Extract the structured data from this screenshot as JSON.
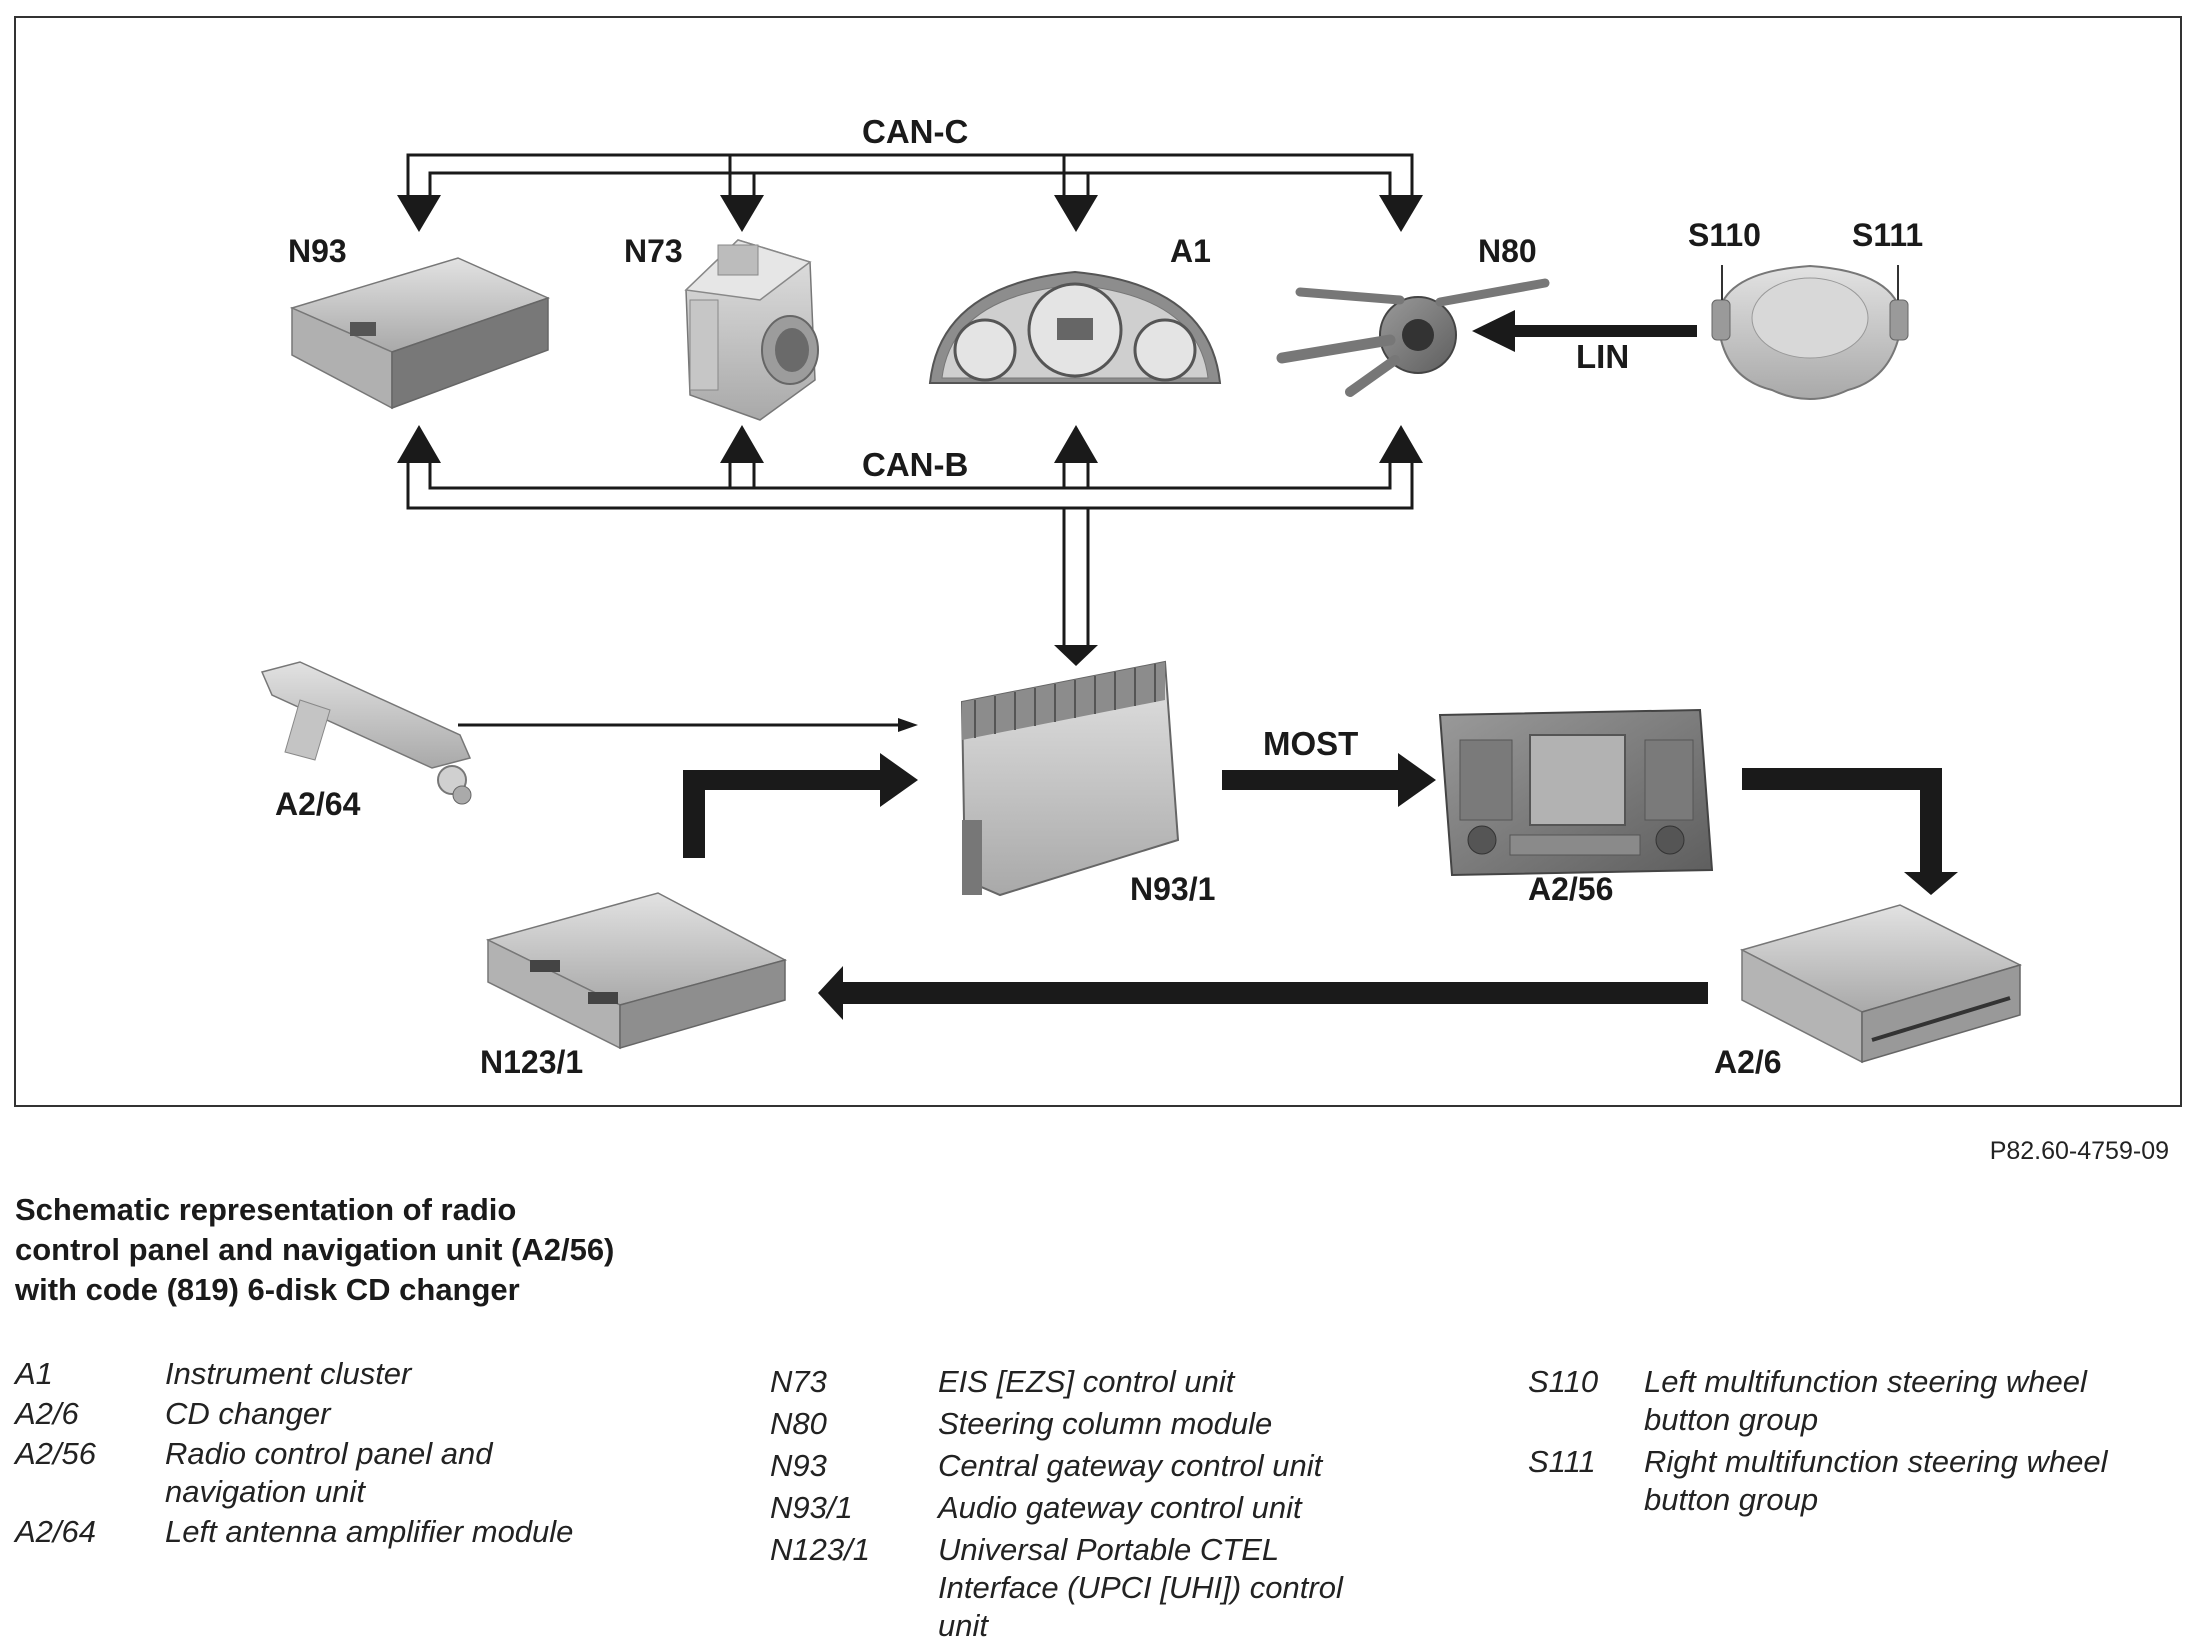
{
  "figure_id": "P82.60-4759-09",
  "title_lines": [
    "Schematic representation of radio",
    "control panel and navigation unit (A2/56)",
    "with code (819) 6-disk CD changer"
  ],
  "buses": {
    "can_c": "CAN-C",
    "can_b": "CAN-B",
    "lin": "LIN",
    "most": "MOST"
  },
  "components": {
    "n93": "N93",
    "n73": "N73",
    "a1": "A1",
    "n80": "N80",
    "s110": "S110",
    "s111": "S111",
    "a2_64": "A2/64",
    "n93_1": "N93/1",
    "a2_56": "A2/56",
    "n123_1": "N123/1",
    "a2_6": "A2/6"
  },
  "legend": {
    "col1": [
      {
        "code": "A1",
        "desc": "Instrument cluster"
      },
      {
        "code": "A2/6",
        "desc": "CD changer"
      },
      {
        "code": "A2/56",
        "desc": "Radio control panel and navigation unit"
      },
      {
        "code": "A2/64",
        "desc": "Left antenna amplifier module"
      }
    ],
    "col2": [
      {
        "code": "N73",
        "desc": "EIS [EZS] control unit"
      },
      {
        "code": "N80",
        "desc": "Steering column module"
      },
      {
        "code": "N93",
        "desc": "Central gateway control unit"
      },
      {
        "code": "N93/1",
        "desc": "Audio gateway control unit"
      },
      {
        "code": "N123/1",
        "desc": "Universal Portable CTEL Interface (UPCI [UHI]) control unit"
      }
    ],
    "col3": [
      {
        "code": "S110",
        "desc": "Left multifunction steering wheel button group"
      },
      {
        "code": "S111",
        "desc": "Right multifunction steering wheel button group"
      }
    ]
  },
  "colors": {
    "line": "#1a1a1a",
    "device_light": "#d4d4d4",
    "device_mid": "#a8a8a8",
    "device_dark": "#6e6e6e"
  }
}
